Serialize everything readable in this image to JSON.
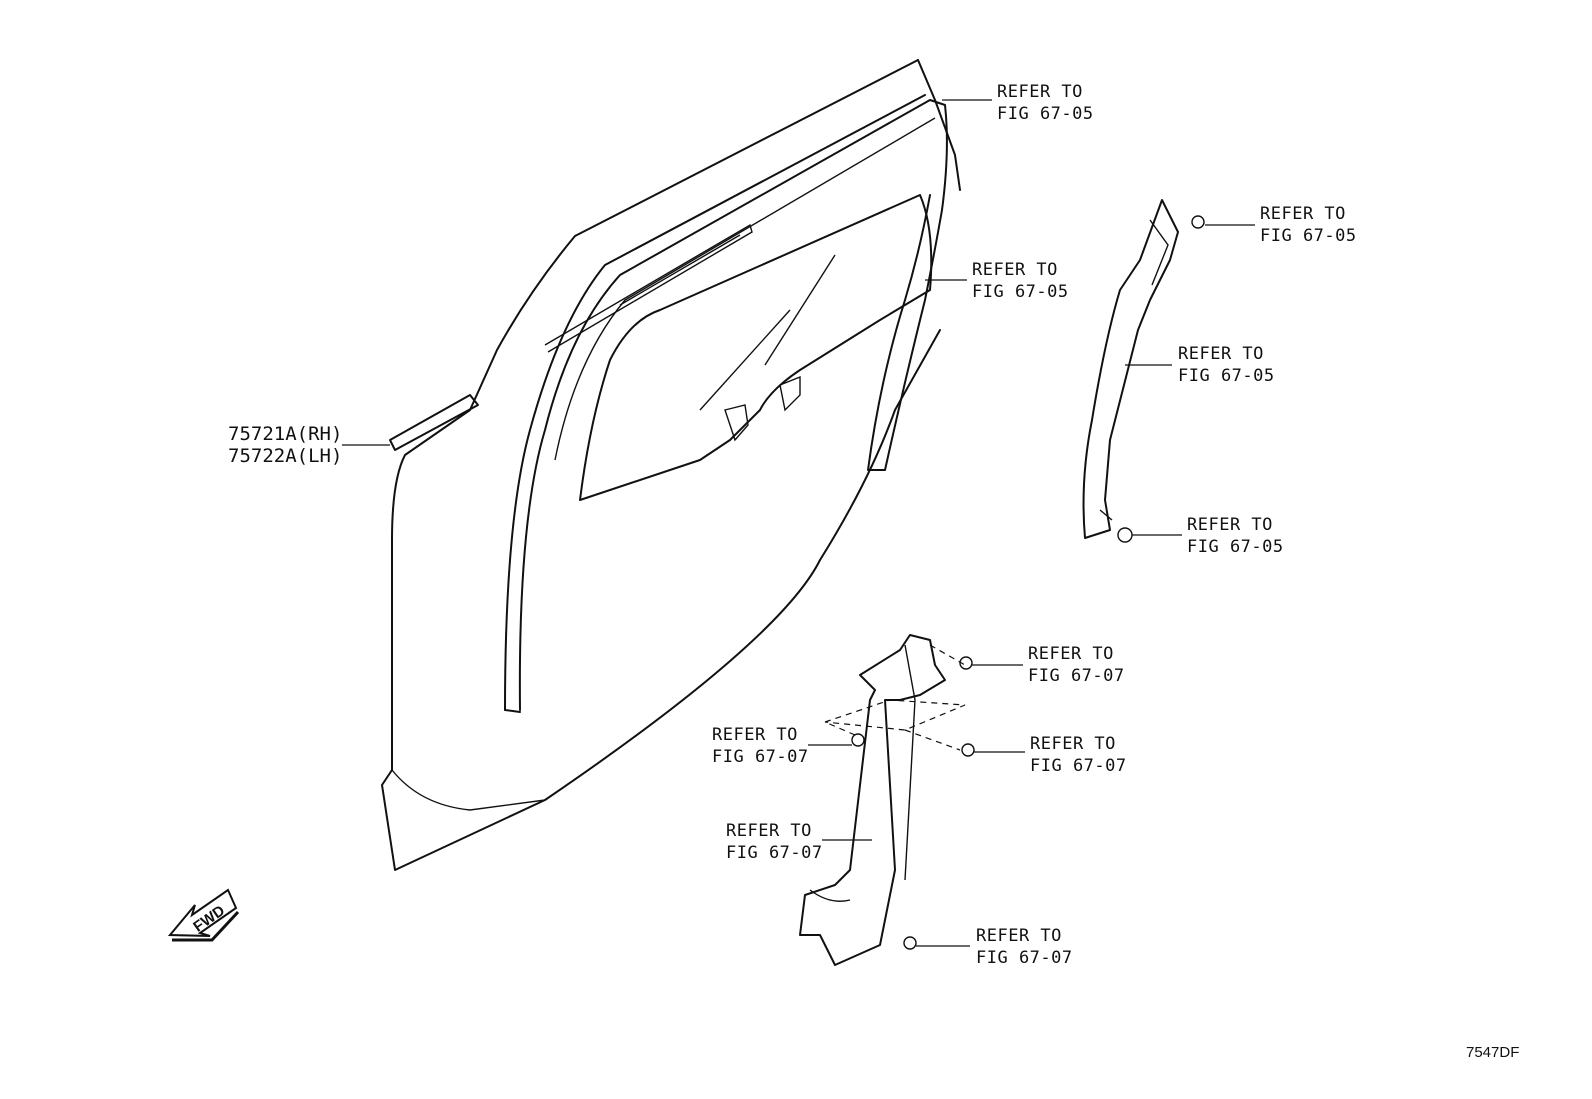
{
  "part_label": {
    "line1": "75721A(RH)",
    "line2": "75722A(LH)"
  },
  "refs": {
    "r1": {
      "l1": "REFER TO",
      "l2": "FIG 67-05"
    },
    "r2": {
      "l1": "REFER TO",
      "l2": "FIG 67-05"
    },
    "r3": {
      "l1": "REFER TO",
      "l2": "FIG 67-05"
    },
    "r4": {
      "l1": "REFER TO",
      "l2": "FIG 67-05"
    },
    "r5": {
      "l1": "REFER TO",
      "l2": "FIG 67-05"
    },
    "r6": {
      "l1": "REFER TO",
      "l2": "FIG 67-07"
    },
    "r7": {
      "l1": "REFER TO",
      "l2": "FIG 67-07"
    },
    "r8": {
      "l1": "REFER TO",
      "l2": "FIG 67-07"
    },
    "r9": {
      "l1": "REFER TO",
      "l2": "FIG 67-07"
    },
    "r10": {
      "l1": "REFER TO",
      "l2": "FIG 67-07"
    }
  },
  "fwd_label": "FWD",
  "diagram_code": "7547DF"
}
